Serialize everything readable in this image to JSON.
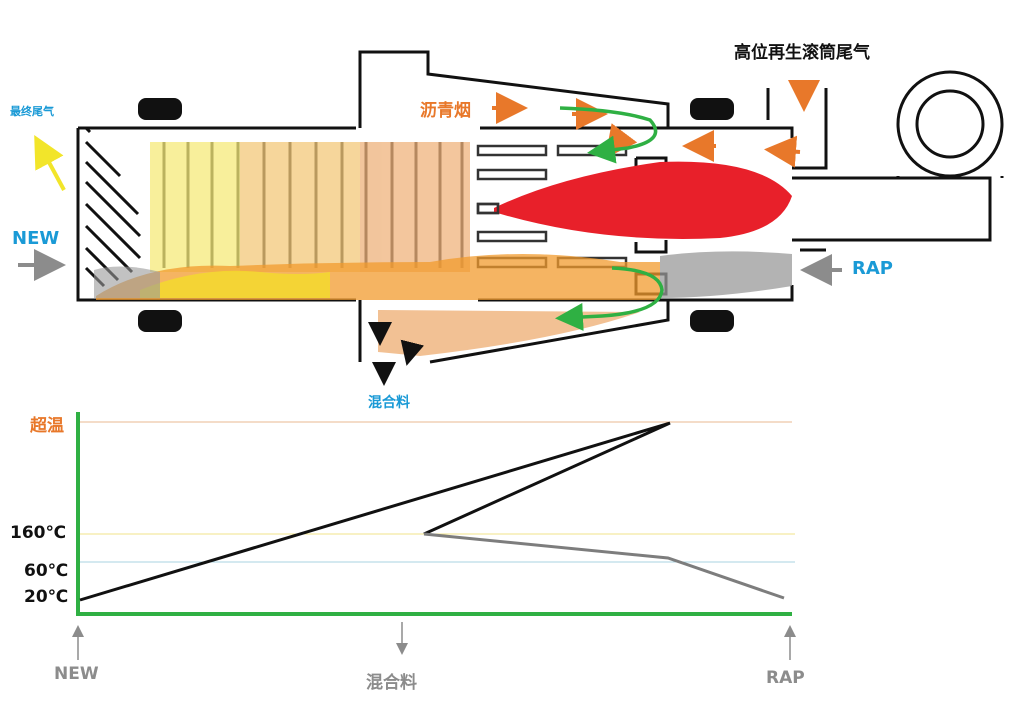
{
  "colors": {
    "orange": "#e8782a",
    "blue": "#1a9ad6",
    "green": "#2fb043",
    "yellow": "#f2e52a",
    "flame_red": "#e8202a",
    "gray": "#8c8c8c"
  },
  "dryer": {
    "final_exhaust_label": "最终尾气",
    "asphalt_smoke_label": "沥青烟",
    "high_level_exhaust_label": "高位再生滚筒尾气",
    "new_label": "NEW",
    "rap_label": "RAP",
    "mix_label": "混合料"
  },
  "chart": {
    "y_ticks": [
      "超温",
      "160℃",
      "60℃",
      "20℃"
    ],
    "x_labels": [
      "NEW",
      "混合料",
      "RAP"
    ]
  }
}
